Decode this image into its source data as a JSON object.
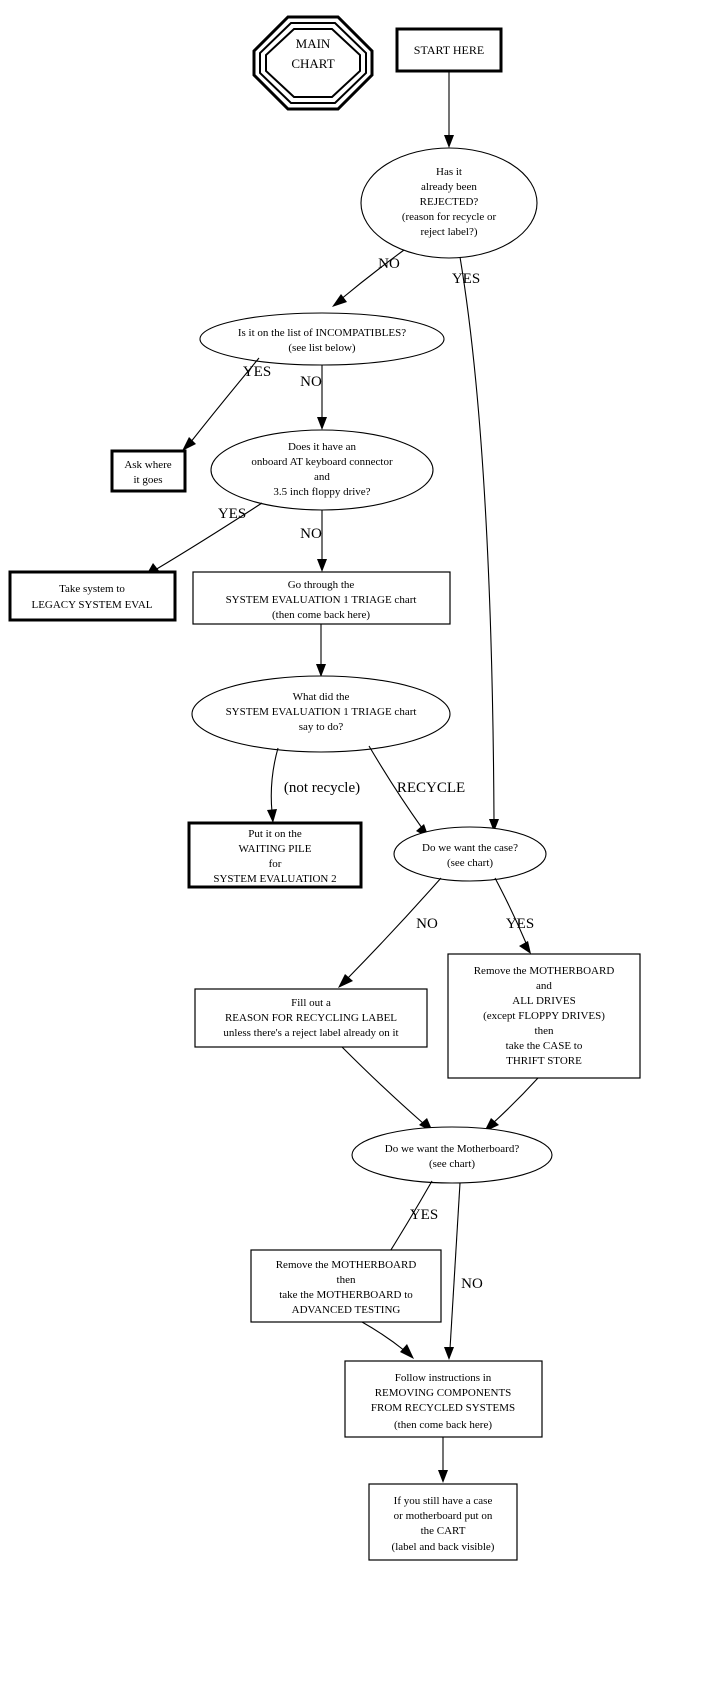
{
  "chart_data": {
    "type": "diagram",
    "title": "MAIN CHART",
    "subtype": "flowchart",
    "nodes": [
      {
        "id": "main_chart",
        "shape": "octagon",
        "lines": [
          "MAIN",
          "CHART"
        ]
      },
      {
        "id": "start",
        "shape": "box-thick",
        "lines": [
          "START HERE"
        ]
      },
      {
        "id": "rejected",
        "shape": "ellipse",
        "lines": [
          "Has it",
          "already been",
          "REJECTED?",
          "(reason for recycle or",
          "reject label?)"
        ]
      },
      {
        "id": "incompat",
        "shape": "ellipse",
        "lines": [
          "Is it on the list of INCOMPATIBLES?",
          "(see list below)"
        ]
      },
      {
        "id": "ask_where",
        "shape": "box-thick",
        "lines": [
          "Ask where",
          "it goes"
        ]
      },
      {
        "id": "at_kbd",
        "shape": "ellipse",
        "lines": [
          "Does it have an",
          "onboard AT keyboard connector",
          "and",
          "3.5 inch floppy drive?"
        ]
      },
      {
        "id": "legacy",
        "shape": "box-thick",
        "lines": [
          "Take system to",
          "LEGACY SYSTEM EVAL"
        ]
      },
      {
        "id": "go_triage",
        "shape": "box-thin",
        "lines": [
          "Go through the",
          "SYSTEM EVALUATION 1 TRIAGE chart",
          "(then come back here)"
        ]
      },
      {
        "id": "what_said",
        "shape": "ellipse",
        "lines": [
          "What did the",
          "SYSTEM EVALUATION 1 TRIAGE chart",
          "say to do?"
        ]
      },
      {
        "id": "waiting",
        "shape": "box-thick",
        "lines": [
          "Put it on the",
          "WAITING PILE",
          "for",
          "SYSTEM EVALUATION 2"
        ]
      },
      {
        "id": "want_case",
        "shape": "ellipse",
        "lines": [
          "Do we want the case?",
          "(see chart)"
        ]
      },
      {
        "id": "fill_label",
        "shape": "box-thin",
        "lines": [
          "Fill out a",
          "REASON FOR RECYCLING LABEL",
          "unless there's a reject label already on it"
        ]
      },
      {
        "id": "remove_mb_case",
        "shape": "box-thin",
        "lines": [
          "Remove the MOTHERBOARD",
          "and",
          "ALL DRIVES",
          "(except FLOPPY DRIVES)",
          "then",
          "take the CASE to",
          "THRIFT STORE"
        ]
      },
      {
        "id": "want_mb",
        "shape": "ellipse",
        "lines": [
          "Do we want the Motherboard?",
          "(see chart)"
        ]
      },
      {
        "id": "remove_mb",
        "shape": "box-thin",
        "lines": [
          "Remove the MOTHERBOARD",
          "then",
          "take the MOTHERBOARD to",
          "ADVANCED TESTING"
        ]
      },
      {
        "id": "follow",
        "shape": "box-thin",
        "lines": [
          "Follow instructions in",
          "REMOVING COMPONENTS",
          "FROM RECYCLED SYSTEMS",
          "(then come back here)"
        ]
      },
      {
        "id": "cart",
        "shape": "box-thin",
        "lines": [
          "If you still have a case",
          "or motherboard put on",
          "the CART",
          "(label and back visible)"
        ]
      }
    ],
    "edges": [
      {
        "from": "start",
        "to": "rejected",
        "label": ""
      },
      {
        "from": "rejected",
        "to": "incompat",
        "label": "NO"
      },
      {
        "from": "rejected",
        "to": "want_case",
        "label": "YES"
      },
      {
        "from": "incompat",
        "to": "ask_where",
        "label": "YES"
      },
      {
        "from": "incompat",
        "to": "at_kbd",
        "label": "NO"
      },
      {
        "from": "at_kbd",
        "to": "legacy",
        "label": "YES"
      },
      {
        "from": "at_kbd",
        "to": "go_triage",
        "label": "NO"
      },
      {
        "from": "go_triage",
        "to": "what_said",
        "label": ""
      },
      {
        "from": "what_said",
        "to": "waiting",
        "label": "(not recycle)"
      },
      {
        "from": "what_said",
        "to": "want_case",
        "label": "RECYCLE"
      },
      {
        "from": "want_case",
        "to": "fill_label",
        "label": "NO"
      },
      {
        "from": "want_case",
        "to": "remove_mb_case",
        "label": "YES"
      },
      {
        "from": "fill_label",
        "to": "want_mb",
        "label": ""
      },
      {
        "from": "remove_mb_case",
        "to": "want_mb",
        "label": ""
      },
      {
        "from": "want_mb",
        "to": "remove_mb",
        "label": "YES"
      },
      {
        "from": "want_mb",
        "to": "follow",
        "label": "NO"
      },
      {
        "from": "remove_mb",
        "to": "follow",
        "label": ""
      },
      {
        "from": "follow",
        "to": "cart",
        "label": ""
      }
    ],
    "colors": {
      "stroke": "#000000",
      "fill": "#ffffff",
      "background": "#ffffff"
    }
  },
  "nodes": {
    "main_chart": {
      "l0": "MAIN",
      "l1": "CHART"
    },
    "start": {
      "l0": "START HERE"
    },
    "rejected": {
      "l0": "Has it",
      "l1": "already been",
      "l2": "REJECTED?",
      "l3": "(reason for recycle or",
      "l4": "reject label?)"
    },
    "incompat": {
      "l0": "Is it on the list of INCOMPATIBLES?",
      "l1": "(see list below)"
    },
    "ask_where": {
      "l0": "Ask where",
      "l1": "it goes"
    },
    "at_kbd": {
      "l0": "Does it have an",
      "l1": "onboard AT keyboard connector",
      "l2": "and",
      "l3": "3.5 inch floppy drive?"
    },
    "legacy": {
      "l0": "Take system to",
      "l1": "LEGACY SYSTEM EVAL"
    },
    "go_triage": {
      "l0": "Go through the",
      "l1": "SYSTEM EVALUATION 1 TRIAGE chart",
      "l2": "(then come back here)"
    },
    "what_said": {
      "l0": "What did the",
      "l1": "SYSTEM EVALUATION 1 TRIAGE chart",
      "l2": "say to do?"
    },
    "waiting": {
      "l0": "Put it on the",
      "l1": "WAITING PILE",
      "l2": "for",
      "l3": "SYSTEM EVALUATION 2"
    },
    "want_case": {
      "l0": "Do we want the case?",
      "l1": "(see chart)"
    },
    "fill_label": {
      "l0": "Fill out a",
      "l1": "REASON FOR RECYCLING LABEL",
      "l2": "unless there's a reject label already on it"
    },
    "remove_mb_case": {
      "l0": "Remove the MOTHERBOARD",
      "l1": "and",
      "l2": "ALL DRIVES",
      "l3": "(except FLOPPY DRIVES)",
      "l4": "then",
      "l5": "take the CASE to",
      "l6": "THRIFT STORE"
    },
    "want_mb": {
      "l0": "Do we want the Motherboard?",
      "l1": "(see chart)"
    },
    "remove_mb": {
      "l0": "Remove the MOTHERBOARD",
      "l1": "then",
      "l2": "take the MOTHERBOARD to",
      "l3": "ADVANCED TESTING"
    },
    "follow": {
      "l0": "Follow instructions in",
      "l1": "REMOVING COMPONENTS",
      "l2": "FROM RECYCLED SYSTEMS",
      "l3": "(then come back here)"
    },
    "cart": {
      "l0": "If you still have a case",
      "l1": "or motherboard put on",
      "l2": "the CART",
      "l3": "(label and back visible)"
    }
  },
  "edge_labels": {
    "rejected_no": "NO",
    "rejected_yes": "YES",
    "incompat_yes": "YES",
    "incompat_no": "NO",
    "atkbd_yes": "YES",
    "atkbd_no": "NO",
    "whatsaid_notrecycle": "(not recycle)",
    "whatsaid_recycle": "RECYCLE",
    "wantcase_no": "NO",
    "wantcase_yes": "YES",
    "wantmb_yes": "YES",
    "wantmb_no": "NO"
  }
}
